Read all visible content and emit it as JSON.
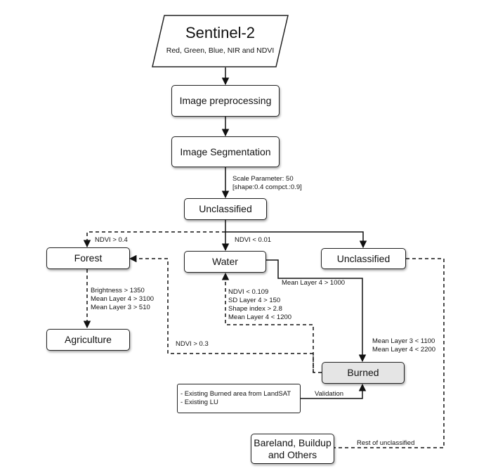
{
  "source": {
    "title": "Sentinel-2",
    "subtitle": "Red, Green, Blue, NIR and NDVI"
  },
  "nodes": {
    "preprocessing": "Image preprocessing",
    "segmentation": "Image Segmentation",
    "unclassified_top": "Unclassified",
    "forest": "Forest",
    "water": "Water",
    "unclassified_right": "Unclassified",
    "agriculture": "Agriculture",
    "burned": "Burned",
    "reference": [
      "- Existing Burned area from LandSAT",
      "- Existing LU"
    ],
    "bareland": [
      "Bareland, Buildup",
      "and Others"
    ]
  },
  "labels": {
    "scale": [
      "Scale Parameter: 50",
      "[shape:0.4 compct.:0.9]"
    ],
    "ndvi_forest": "NDVI > 0.4",
    "ndvi_water": "NDVI < 0.01",
    "mean_layer4": "Mean Layer 4 > 1000",
    "forest_rules": [
      "Brightness > 1350",
      "Mean Layer 4 > 3100",
      "Mean Layer 3 > 510"
    ],
    "water_rules": [
      "NDVI < 0.109",
      "SD Layer 4 > 150",
      "Shape index > 2.8",
      "Mean Layer 4 < 1200"
    ],
    "ndvi_burned": "NDVI > 0.3",
    "burned_rules": [
      "Mean Layer 3 < 1100",
      "Mean Layer 4 < 2200"
    ],
    "validation": "Validation",
    "rest": "Rest of unclassified"
  }
}
